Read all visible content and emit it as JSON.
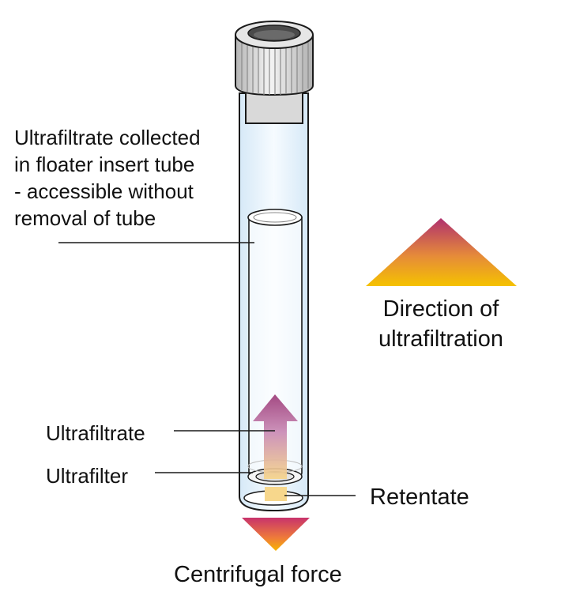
{
  "labels": {
    "insert_lines": [
      "Ultrafiltrate collected",
      "in floater insert tube",
      "- accessible without",
      "removal of tube"
    ],
    "direction_lines": [
      "Direction of",
      "ultrafiltration"
    ],
    "ultrafiltrate": "Ultrafiltrate",
    "ultrafilter": "Ultrafilter",
    "retentate": "Retentate",
    "centrifugal": "Centrifugal force"
  },
  "colors": {
    "tube_fill": "#e8f3fb",
    "outline": "#1a1a1a",
    "arrow_top": "#b0306e",
    "arrow_bottom": "#f5c200",
    "retentate": "#f7d78c",
    "cap_grey": "#c9c9c9"
  }
}
